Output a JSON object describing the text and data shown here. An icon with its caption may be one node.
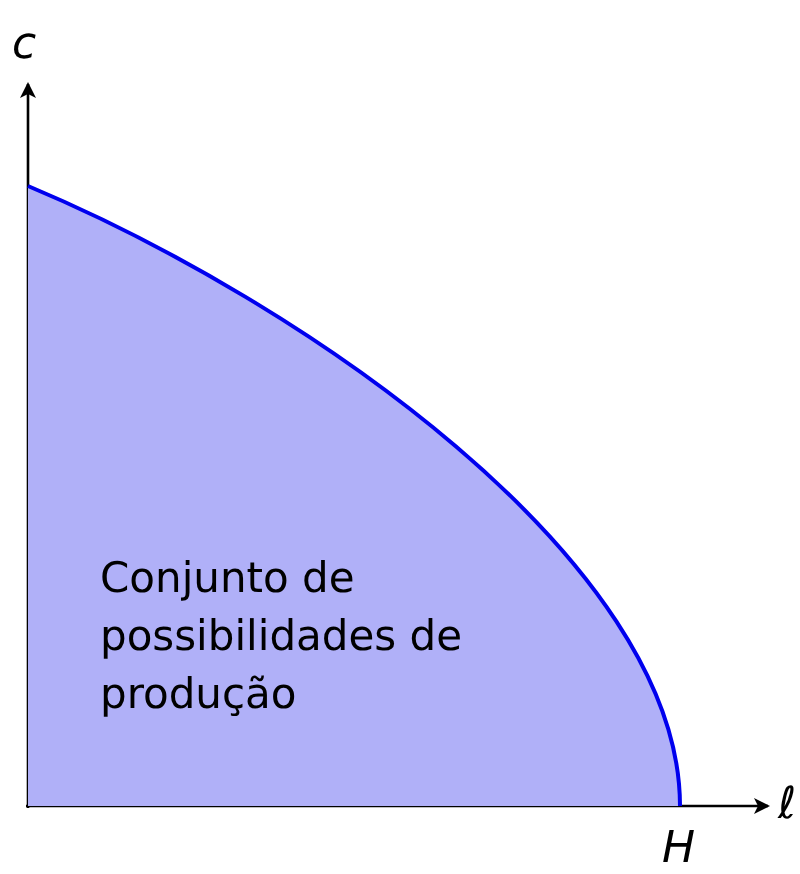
{
  "diagram": {
    "nodes": [
      {
        "text": [
          "Conjunto de possibilidades de produção"
        ]
      }
    ],
    "labels": [
      "c",
      "ℓ",
      "H"
    ]
  }
}
